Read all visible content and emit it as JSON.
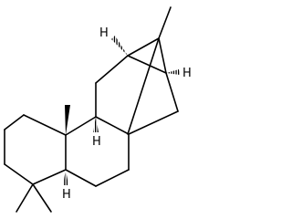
{
  "molecule": {
    "atom_labels": {
      "h_top_left": "H",
      "h_right_bridge": "H",
      "h_ring_junction_middle": "H",
      "h_ring_junction_bottom": "H"
    }
  }
}
